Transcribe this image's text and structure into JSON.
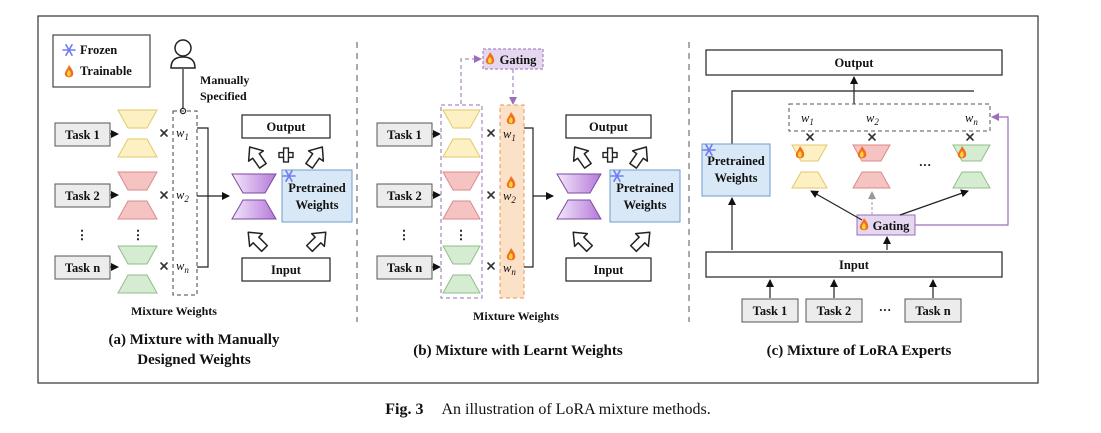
{
  "legend": {
    "frozen": "Frozen",
    "trainable": "Trainable"
  },
  "panel_a": {
    "annotation_line1": "Manually",
    "annotation_line2": "Specified",
    "tasks": [
      "Task 1",
      "Task 2",
      "Task n"
    ],
    "weights": [
      "w1",
      "w2",
      "wn"
    ],
    "output": "Output",
    "input": "Input",
    "pretrained_line1": "Pretrained",
    "pretrained_line2": "Weights",
    "mixture_label": "Mixture Weights",
    "title_line1": "(a) Mixture with Manually",
    "title_line2": "Designed Weights"
  },
  "panel_b": {
    "gating": "Gating",
    "tasks": [
      "Task 1",
      "Task 2",
      "Task n"
    ],
    "weights": [
      "w1",
      "w2",
      "wn"
    ],
    "output": "Output",
    "input": "Input",
    "pretrained_line1": "Pretrained",
    "pretrained_line2": "Weights",
    "mixture_label": "Mixture Weights",
    "title": "(b) Mixture with Learnt Weights"
  },
  "panel_c": {
    "output": "Output",
    "input": "Input",
    "gating": "Gating",
    "weights": [
      "w1",
      "w2",
      "wn"
    ],
    "pretrained_line1": "Pretrained",
    "pretrained_line2": "Weights",
    "tasks": [
      "Task 1",
      "Task 2",
      "Task n"
    ],
    "ellipsis": "···",
    "title": "(c) Mixture of LoRA Experts"
  },
  "caption": {
    "label": "Fig. 3",
    "text": "An illustration of LoRA mixture methods."
  },
  "colors": {
    "yellow_fill": "#fdf1c4",
    "yellow_stroke": "#e2c86a",
    "red_fill": "#f6c3c3",
    "red_stroke": "#d98a8a",
    "green_fill": "#d6ecd2",
    "green_stroke": "#8fbf87",
    "purple_fill": "#c9a0e6",
    "pretrained_fill": "#d9e8f7",
    "gating_fill": "#e4d7ef",
    "learnt_fill": "#fbe1c8"
  }
}
